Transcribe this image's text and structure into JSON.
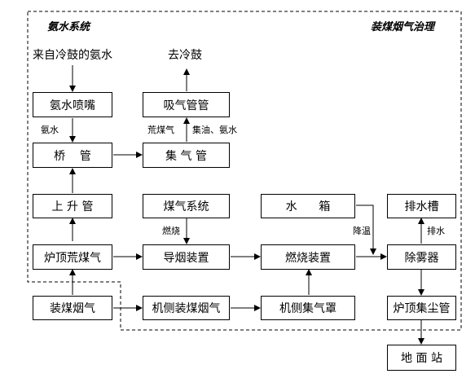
{
  "regions": {
    "ammonia": "氨水系统",
    "smoke": "装煤烟气治理"
  },
  "texts": {
    "source": "来自冷鼓的氨水",
    "to_cold": "去冷鼓"
  },
  "boxes": {
    "nozzle": "氨水喷嘴",
    "suction": "吸气管管",
    "bridge": "桥    管",
    "collector": "集 气 管",
    "riser": "上 升 管",
    "gas_system": "煤气系统",
    "water_tank": "水      箱",
    "drain_tank": "排水槽",
    "furnace_gas": "炉顶荒煤气",
    "smoke_guide": "导烟装置",
    "combustion": "燃烧装置",
    "demister": "除雾器",
    "charging_smoke": "装煤烟气",
    "side_smoke": "机侧装煤烟气",
    "side_hood": "机侧集气罩",
    "dust_pipe": "炉顶集尘管",
    "ground_station": "地 面 站"
  },
  "labels": {
    "ammonia_water": "氨水",
    "raw_gas": "荒煤气",
    "tar_ammonia": "集油、氨水",
    "burning": "燃烧",
    "cooling": "降温",
    "drain": "排水"
  }
}
